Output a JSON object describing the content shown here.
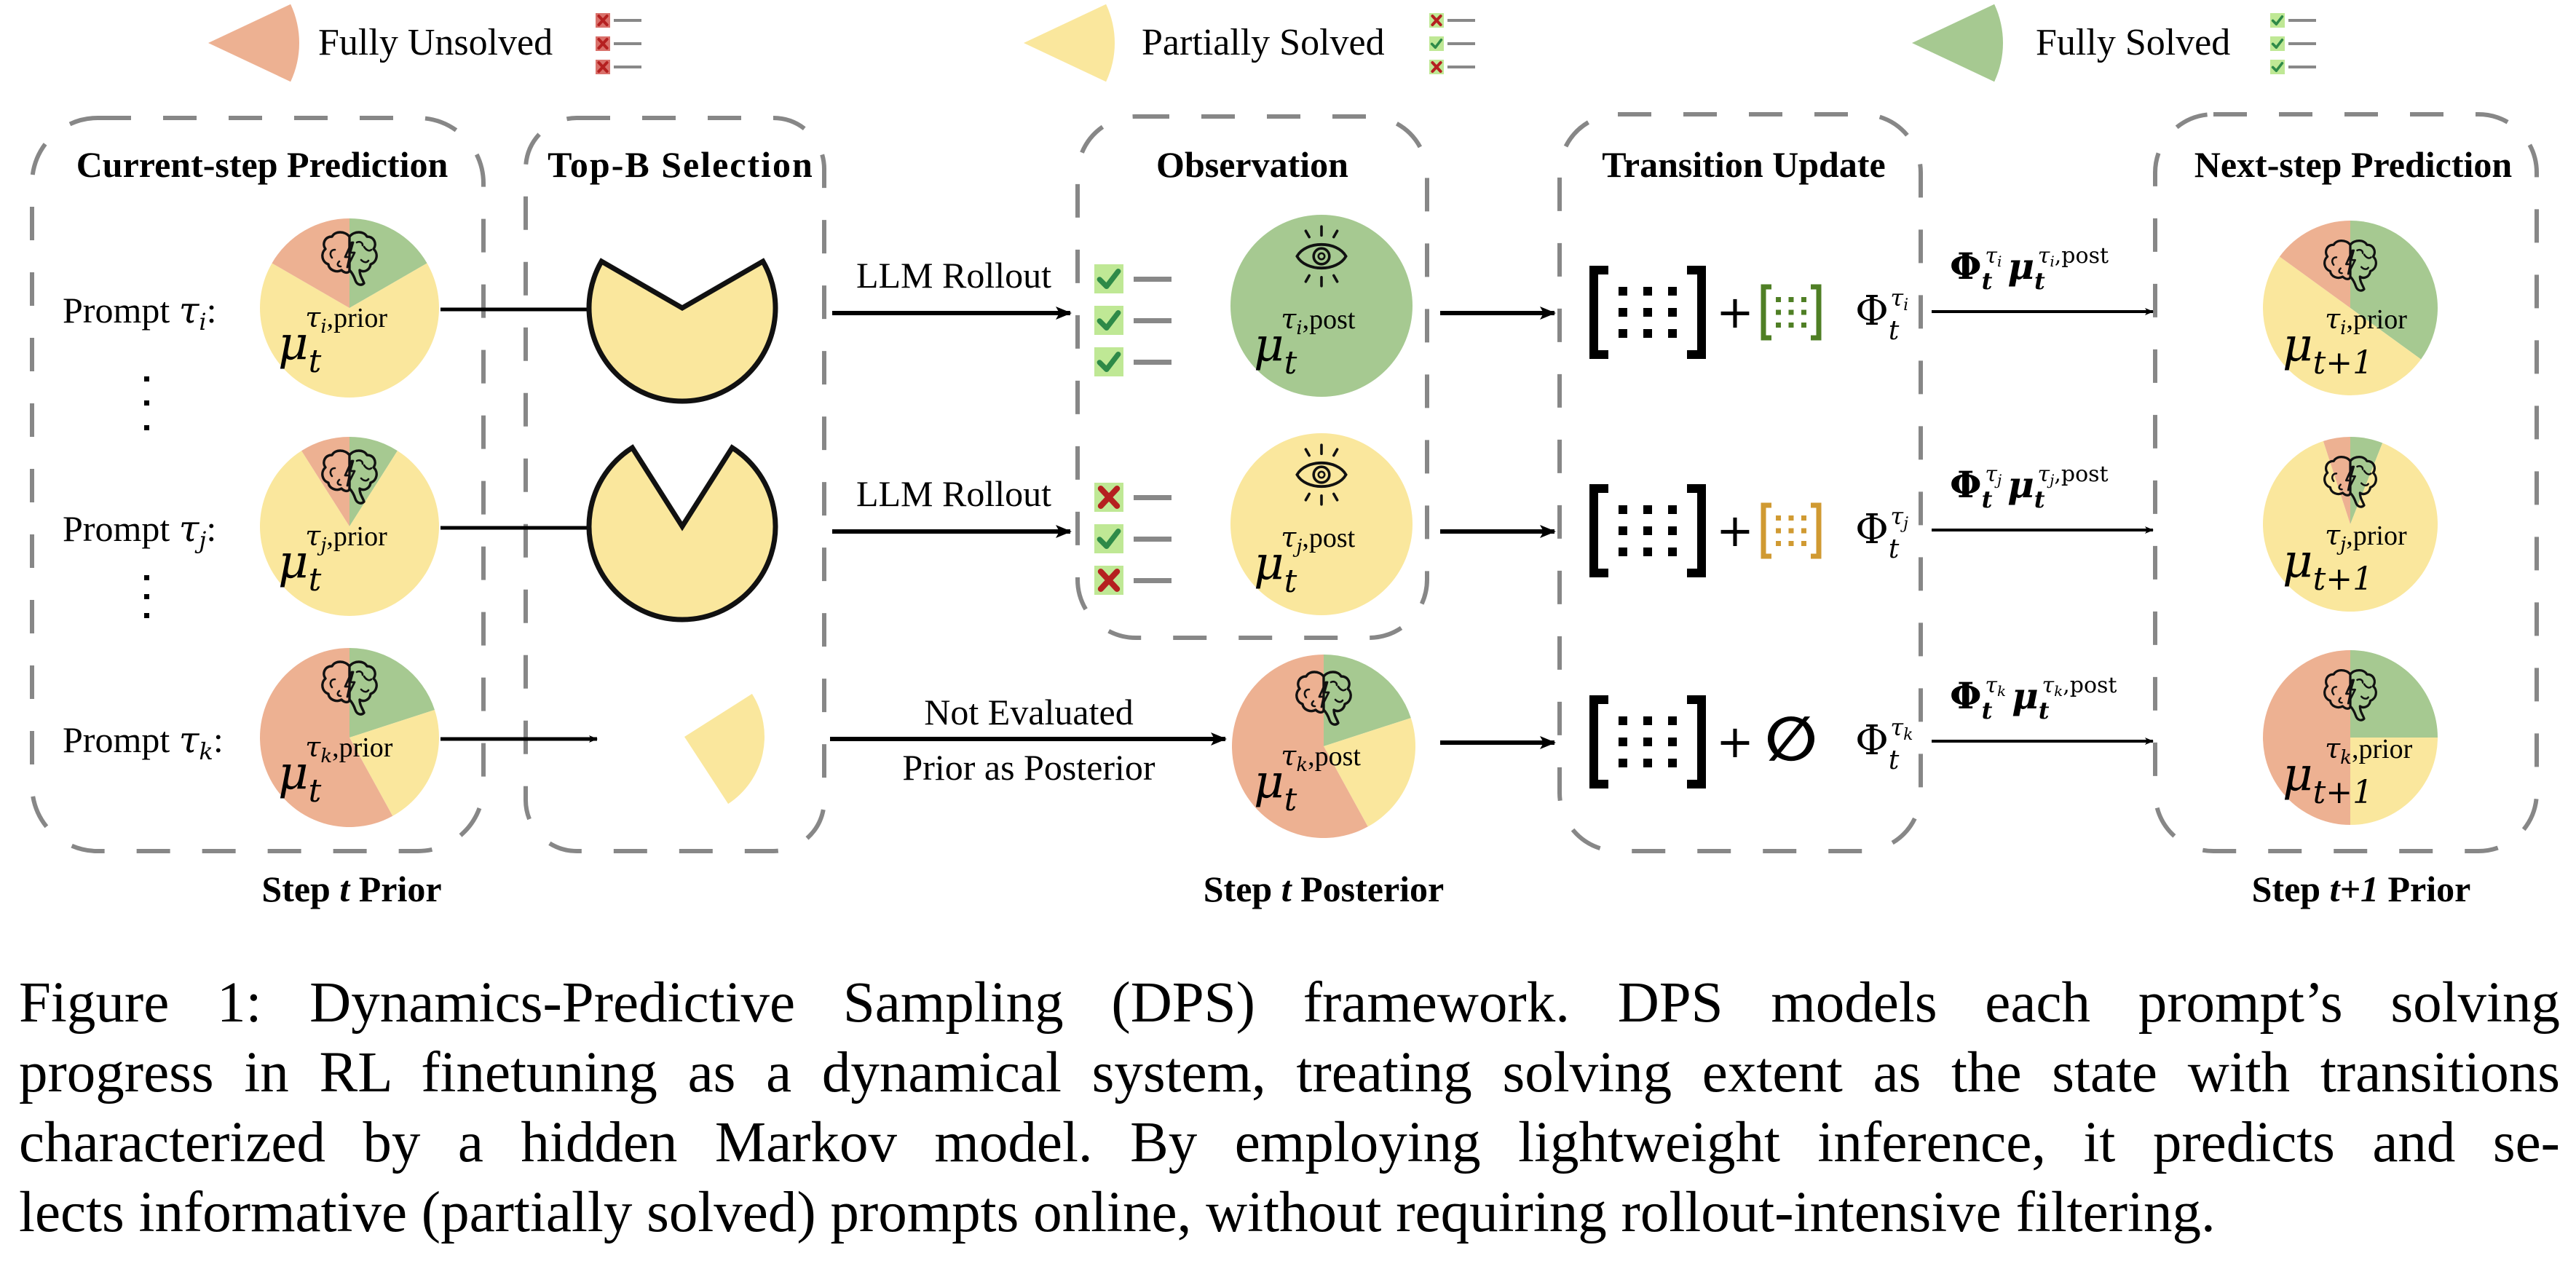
{
  "legend": [
    {
      "label": "Fully Unsolved",
      "color": "#edb192",
      "marks": [
        "cross",
        "cross",
        "cross"
      ]
    },
    {
      "label": "Partially Solved",
      "color": "#fae79d",
      "marks": [
        "cross",
        "check",
        "cross"
      ]
    },
    {
      "label": "Fully Solved",
      "color": "#a6c991",
      "marks": [
        "check",
        "check",
        "check"
      ]
    }
  ],
  "colors": {
    "unsolved": "#edb192",
    "partial": "#fae79d",
    "solved": "#a6c991",
    "box_cross_bg": "#d9706a",
    "box_check_bg": "#bfe895",
    "cross": "#b52020",
    "check": "#2e8a48",
    "dash": "#878787",
    "green_matrix": "#4f7f25",
    "orange_matrix": "#d09a32"
  },
  "panels": {
    "current": "Current-step Prediction",
    "topb": "Top-B Selection",
    "observation": "Observation",
    "transition": "Transition Update",
    "next": "Next-step Prediction"
  },
  "prompts": [
    {
      "id": "i",
      "label": "Prompt τ",
      "sub": "i"
    },
    {
      "id": "j",
      "label": "Prompt τ",
      "sub": "j"
    },
    {
      "id": "k",
      "label": "Prompt τ",
      "sub": "k"
    }
  ],
  "prior_pies": [
    {
      "prompt": "i",
      "mu": "μ",
      "sub": "t",
      "sup": "τi,prior",
      "solved": 0.1667,
      "partial": 0.6667,
      "unsolved": 0.1667
    },
    {
      "prompt": "j",
      "mu": "μ",
      "sub": "t",
      "sup": "τj,prior",
      "solved": 0.09,
      "partial": 0.82,
      "unsolved": 0.09
    },
    {
      "prompt": "k",
      "mu": "μ",
      "sub": "t",
      "sup": "τk,prior",
      "solved": 0.2,
      "partial": 0.22,
      "unsolved": 0.58
    }
  ],
  "selection": [
    {
      "prompt": "i",
      "selected": true,
      "partial_fraction": 0.6667
    },
    {
      "prompt": "j",
      "selected": true,
      "partial_fraction": 0.82
    },
    {
      "prompt": "k",
      "selected": false,
      "partial_fraction": 0.22
    }
  ],
  "rollouts": [
    {
      "prompt": "i",
      "label": "LLM Rollout",
      "marks": [
        "check",
        "check",
        "check"
      ],
      "state": "solved",
      "mu": "μ",
      "sub": "t",
      "sup": "τi,post"
    },
    {
      "prompt": "j",
      "label": "LLM Rollout",
      "marks": [
        "cross",
        "check",
        "cross"
      ],
      "state": "partial",
      "mu": "μ",
      "sub": "t",
      "sup": "τj,post"
    }
  ],
  "not_evaluated": {
    "label_top": "Not Evaluated",
    "label_bottom": "Prior as Posterior",
    "pie": {
      "mu": "μ",
      "sub": "t",
      "sup": "τk,post",
      "solved": 0.2,
      "partial": 0.22,
      "unsolved": 0.58
    }
  },
  "transitions": [
    {
      "prompt": "i",
      "plus": "+",
      "update": "green",
      "phi": "Φ",
      "sub": "t",
      "sup": "τi"
    },
    {
      "prompt": "j",
      "plus": "+",
      "update": "orange",
      "phi": "Φ",
      "sub": "t",
      "sup": "τj"
    },
    {
      "prompt": "k",
      "plus": "+",
      "update": "empty",
      "empty_symbol": "∅",
      "phi": "Φ",
      "sub": "t",
      "sup": "τk"
    }
  ],
  "arrows_next": [
    {
      "phi": "Φ",
      "phi_sub": "t",
      "phi_sup": "τi",
      "mu": "μ",
      "mu_sub": "t",
      "mu_sup": "τi,post"
    },
    {
      "phi": "Φ",
      "phi_sub": "t",
      "phi_sup": "τj",
      "mu": "μ",
      "mu_sub": "t",
      "mu_sup": "τj,post"
    },
    {
      "phi": "Φ",
      "phi_sub": "t",
      "phi_sup": "τk",
      "mu": "μ",
      "mu_sub": "t",
      "mu_sup": "τk,post"
    }
  ],
  "next_pies": [
    {
      "prompt": "i",
      "mu": "μ",
      "sub": "t+1",
      "sup": "τi,prior",
      "solved": 0.35,
      "partial": 0.5,
      "unsolved": 0.15
    },
    {
      "prompt": "j",
      "mu": "μ",
      "sub": "t+1",
      "sup": "τj,prior",
      "solved": 0.06,
      "partial": 0.89,
      "unsolved": 0.05
    },
    {
      "prompt": "k",
      "mu": "μ",
      "sub": "t+1",
      "sup": "τk,prior",
      "solved": 0.25,
      "partial": 0.25,
      "unsolved": 0.5
    }
  ],
  "footer": {
    "prior_pre": "Step ",
    "prior_it": "t",
    "prior_post": " Prior",
    "posterior_pre": "Step ",
    "posterior_it": "t",
    "posterior_post": " Posterior",
    "next_pre": "Step ",
    "next_it": "t+1",
    "next_post": " Prior"
  },
  "caption": [
    "Figure 1: Dynamics-Predictive Sampling (DPS) framework. DPS models each prompt’s solving",
    "progress in RL finetuning as a dynamical system, treating solving extent as the state with transitions",
    "characterized by a hidden Markov model. By employing lightweight inference, it predicts and se-",
    "lects informative (partially solved) prompts online, without requiring rollout-intensive filtering."
  ]
}
